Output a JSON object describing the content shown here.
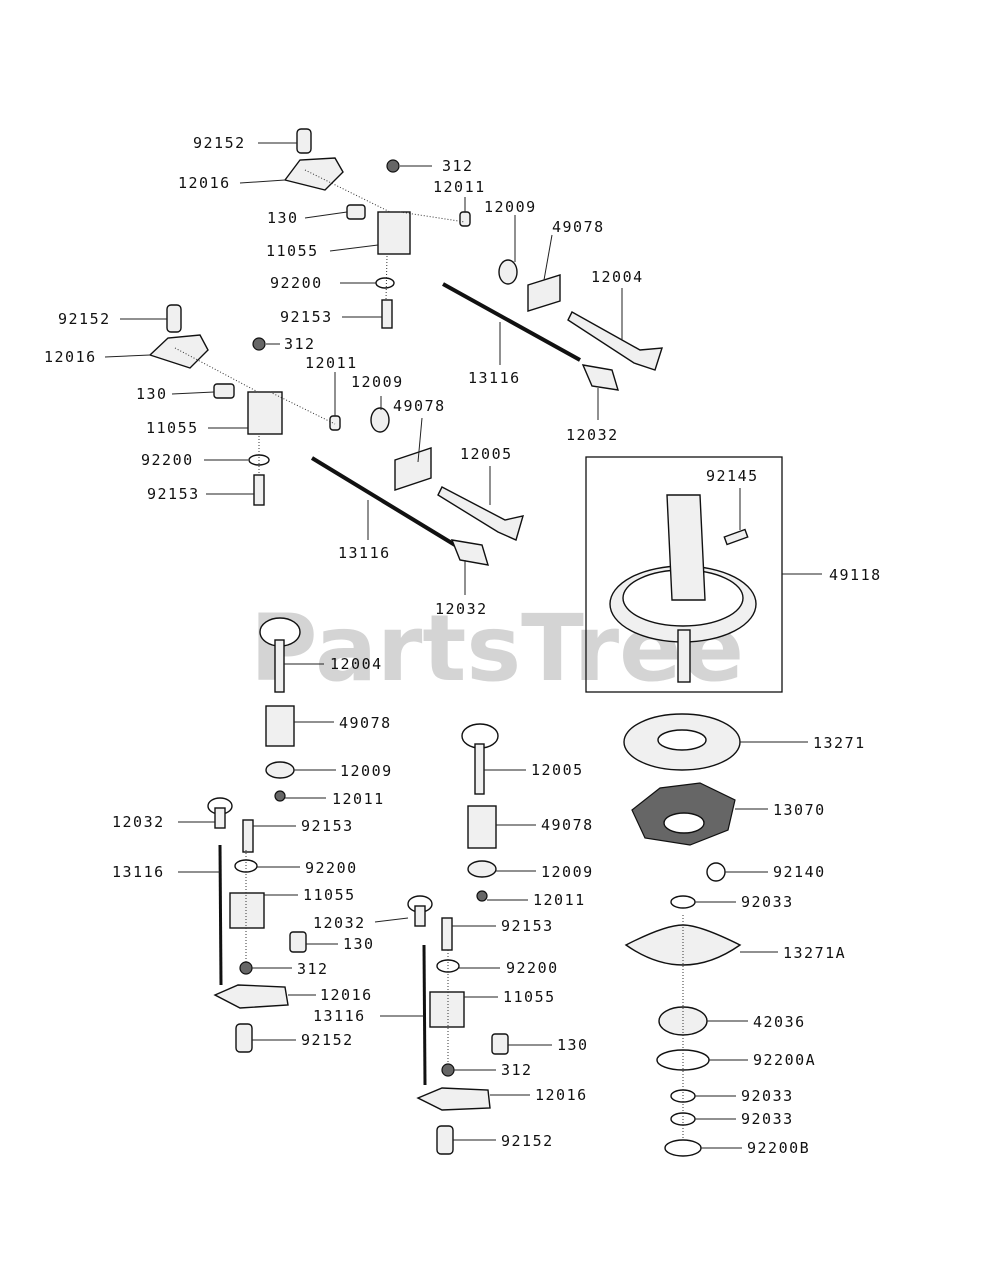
{
  "watermark": "PartsTree",
  "labels": {
    "l01": "92152",
    "l02": "12016",
    "l03": "312",
    "l04": "12011",
    "l05": "130",
    "l06": "12009",
    "l07": "49078",
    "l08": "11055",
    "l09": "12004",
    "l10": "92200",
    "l11": "92153",
    "l12": "92152",
    "l13": "12016",
    "l14": "312",
    "l15": "12011",
    "l16": "13116",
    "l17": "130",
    "l18": "12009",
    "l19": "49078",
    "l20": "12032",
    "l21": "11055",
    "l22": "12005",
    "l23": "92200",
    "l24": "92153",
    "l25": "92145",
    "l26": "13116",
    "l27": "49118",
    "l28": "12032",
    "l29": "12004",
    "l30": "49078",
    "l31": "13271",
    "l32": "12005",
    "l33": "12009",
    "l34": "12011",
    "l35": "13070",
    "l36": "12032",
    "l37": "92153",
    "l38": "49078",
    "l39": "13116",
    "l40": "92200",
    "l41": "92140",
    "l42": "12009",
    "l43": "11055",
    "l44": "12011",
    "l45": "92033",
    "l46": "12032",
    "l47": "92153",
    "l48": "130",
    "l49": "13271A",
    "l50": "312",
    "l51": "92200",
    "l52": "12016",
    "l53": "11055",
    "l54": "42036",
    "l55": "13116",
    "l56": "92152",
    "l57": "130",
    "l58": "92200A",
    "l59": "312",
    "l60": "12016",
    "l61": "92033",
    "l62": "92033",
    "l63": "92152",
    "l64": "92200B"
  }
}
